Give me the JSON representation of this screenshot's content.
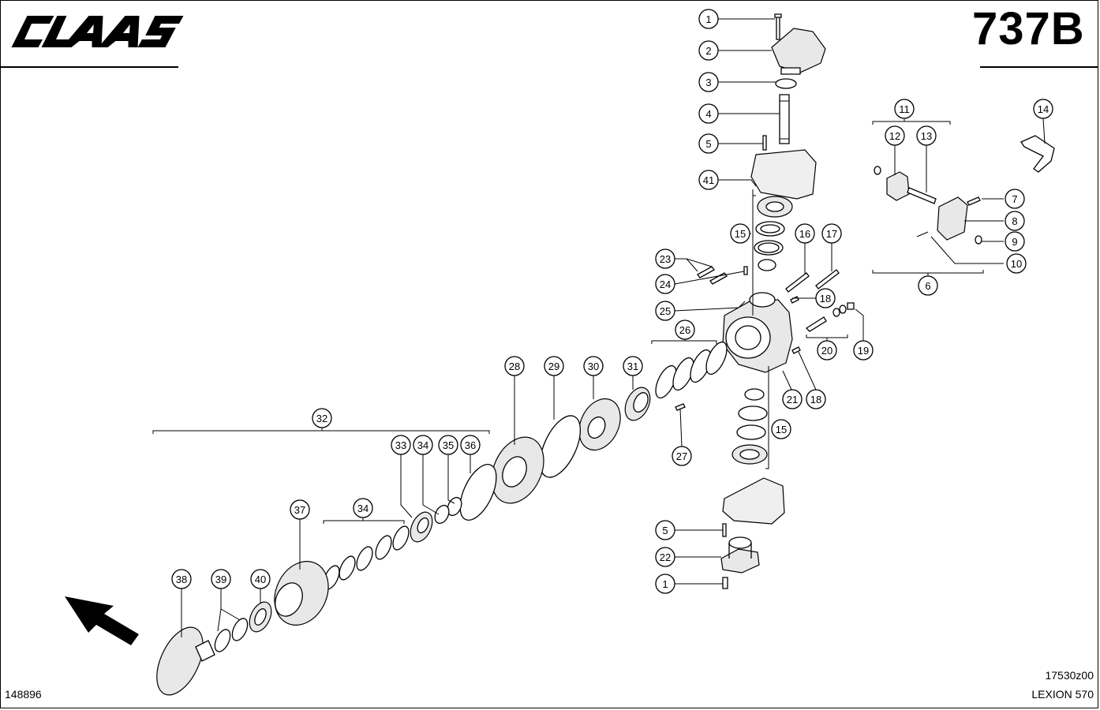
{
  "header": {
    "brand": "CLAAS",
    "page_code": "737B"
  },
  "footer": {
    "doc_number": "148896",
    "drawing_number": "17530z00",
    "model": "LEXION 570"
  },
  "callouts": [
    "1",
    "2",
    "3",
    "4",
    "5",
    "41",
    "15",
    "16",
    "17",
    "18",
    "23",
    "24",
    "25",
    "26",
    "19",
    "20",
    "21",
    "18",
    "27",
    "28",
    "29",
    "30",
    "31",
    "32",
    "33",
    "34",
    "35",
    "36",
    "37",
    "34",
    "38",
    "39",
    "40",
    "15",
    "5",
    "22",
    "1",
    "11",
    "12",
    "13",
    "14",
    "7",
    "8",
    "9",
    "10",
    "6"
  ],
  "icons": [
    "direction-arrow-icon",
    "claas-logo"
  ]
}
